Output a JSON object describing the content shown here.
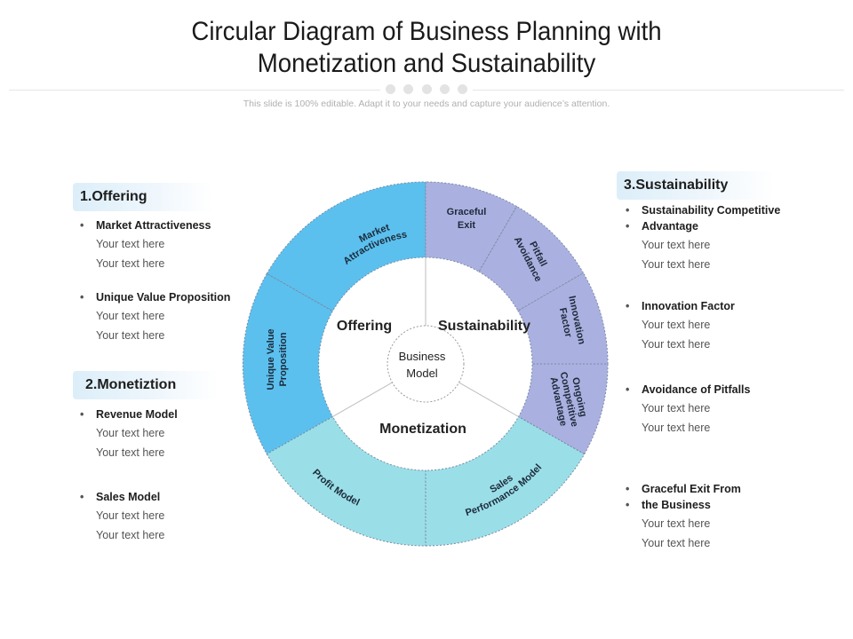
{
  "title": {
    "line1": "Circular Diagram of Business Planning with",
    "line2": "Monetization and Sustainability"
  },
  "subtitle": "This slide is 100% editable. Adapt it to your needs and capture your audience’s attention.",
  "diagram": {
    "center": [
      "Business",
      "Model"
    ],
    "inner_labels": {
      "offering": "Offering",
      "sustainability": "Sustainability",
      "monetization": "Monetization"
    },
    "segments": {
      "market_attractiveness": [
        "Market",
        "Attractiveness"
      ],
      "unique_value_proposition": [
        "Unique Value",
        "Proposition"
      ],
      "profit_model": [
        "Profit Model"
      ],
      "sales_performance_model": [
        "Sales",
        "Performance Model"
      ],
      "ongoing_competitive_advantage": [
        "Ongoing",
        "Competitive",
        "Advantage"
      ],
      "innovation_factor": [
        "Innovation",
        "Factor"
      ],
      "pitfall_avoidance": [
        "Pitfall",
        "Avoidance"
      ],
      "graceful_exit": [
        "Graceful",
        "Exit"
      ]
    },
    "colors": {
      "offering": "#5bc0ee",
      "monetization": "#9adfe8",
      "sustainability": "#aab1e0"
    }
  },
  "left": {
    "offering": {
      "header": "1.Offering",
      "items": [
        {
          "title": "Market Attractiveness",
          "lines": [
            "Your text here",
            "Your text here"
          ]
        },
        {
          "title": "Unique Value Proposition",
          "lines": [
            "Your text here",
            "Your text here"
          ]
        }
      ]
    },
    "monetization": {
      "header": "2.Monetiztion",
      "items": [
        {
          "title": "Revenue Model",
          "lines": [
            "Your text here",
            "Your text here"
          ]
        },
        {
          "title": "Sales Model",
          "lines": [
            "Your text here",
            "Your text here"
          ]
        }
      ]
    }
  },
  "right": {
    "sustainability": {
      "header": "3.Sustainability",
      "items": [
        {
          "title1": "Sustainability Competitive",
          "title2": "Advantage",
          "lines": [
            "Your text here",
            "Your text here"
          ]
        },
        {
          "title1": "Innovation Factor",
          "lines": [
            "Your text here",
            "Your text here"
          ]
        },
        {
          "title1": "Avoidance of Pitfalls",
          "lines": [
            "Your text here",
            "Your text here"
          ]
        },
        {
          "title1": "Graceful Exit From",
          "title2": "the Business",
          "lines": [
            "Your text here",
            "Your text here"
          ]
        }
      ]
    }
  }
}
